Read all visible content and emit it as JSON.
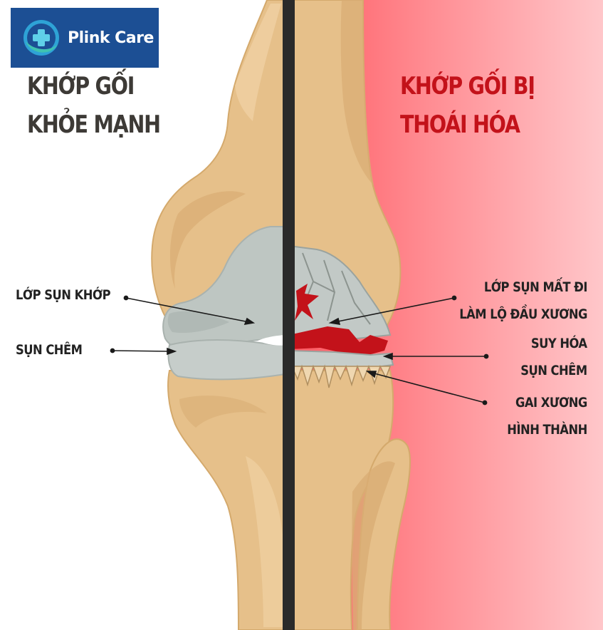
{
  "brand": {
    "name": "Plink Care",
    "accent": "#1c4f94",
    "icon": "medical-cross-icon"
  },
  "titles": {
    "healthy": [
      "KHỚP GỐI",
      "KHỎE MẠNH"
    ],
    "degenerated": [
      "KHỚP GỐI BỊ",
      "THOÁI HÓA"
    ]
  },
  "colors": {
    "degenerated_accent": "#c3121a",
    "bone": "#e9c48c",
    "cartilage": "#bfc7c4",
    "background_right": "#ff6b72"
  },
  "labels": {
    "articular_cartilage": "LỚP SỤN KHỚP",
    "meniscus": "SỤN CHÊM",
    "cartilage_loss": [
      "LỚP SỤN MẤT ĐI",
      "LÀM LỘ ĐẦU XƯƠNG"
    ],
    "meniscus_degeneration": [
      "SUY HÓA",
      "SỤN CHÊM"
    ],
    "bone_spurs": [
      "GAI XƯƠNG",
      "HÌNH THÀNH"
    ]
  }
}
